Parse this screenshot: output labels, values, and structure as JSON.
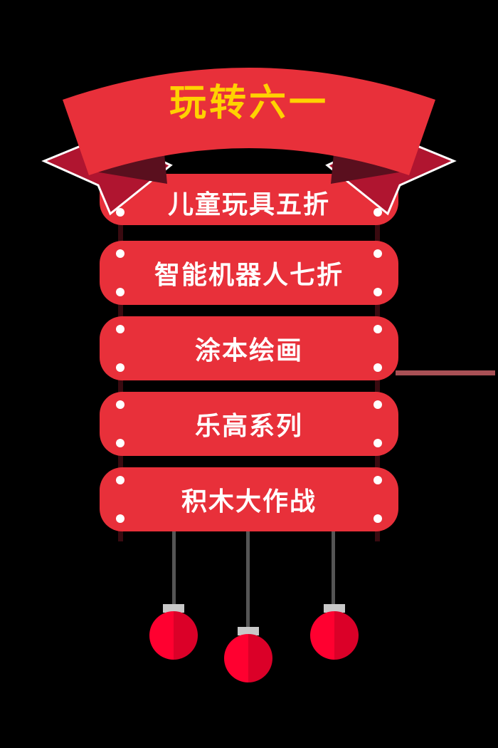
{
  "banner": {
    "title": "玩转六一",
    "title_color": "#ffd200",
    "ribbon_color": "#e8303a",
    "ribbon_fold_color": "#b01530",
    "ribbon_shadow_color": "#5a0f1e"
  },
  "signs": [
    {
      "label": "儿童玩具五折"
    },
    {
      "label": "智能机器人七折"
    },
    {
      "label": "涂本绘画"
    },
    {
      "label": "乐高系列"
    },
    {
      "label": "积木大作战"
    }
  ],
  "colors": {
    "sign_bg": "#e8303a",
    "sign_text": "#ffffff",
    "ornament_light": "#ff0030",
    "ornament_dark": "#db0028",
    "ornament_cap": "#c8c8c8",
    "string": "#555555"
  },
  "ornaments": [
    {
      "name": "left"
    },
    {
      "name": "center"
    },
    {
      "name": "right"
    }
  ]
}
